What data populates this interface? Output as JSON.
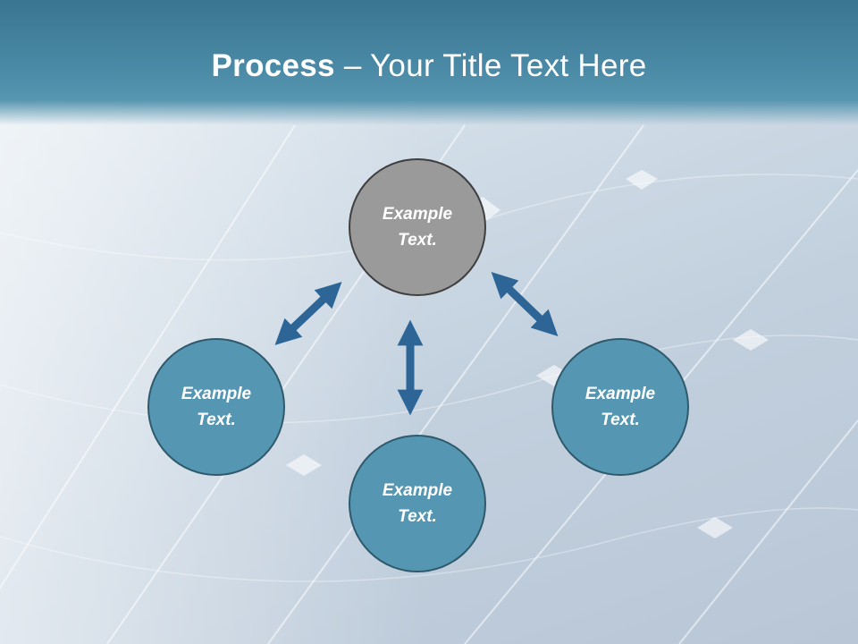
{
  "slide": {
    "title_bold": "Process",
    "title_rest": " – Your Title Text Here",
    "accent_color": "#4a8aa6",
    "arrow_color": "#2d6597"
  },
  "diagram": {
    "nodes": [
      {
        "id": "top",
        "text": "Example\nText.",
        "fill": "#9a9a9a"
      },
      {
        "id": "left",
        "text": "Example\nText.",
        "fill": "#5597b3"
      },
      {
        "id": "bottom",
        "text": "Example\nText.",
        "fill": "#5597b3"
      },
      {
        "id": "right",
        "text": "Example\nText.",
        "fill": "#5597b3"
      }
    ],
    "connectors": [
      {
        "from": "top",
        "to": "left",
        "type": "double-arrow"
      },
      {
        "from": "top",
        "to": "bottom",
        "type": "double-arrow"
      },
      {
        "from": "top",
        "to": "right",
        "type": "double-arrow"
      }
    ]
  }
}
